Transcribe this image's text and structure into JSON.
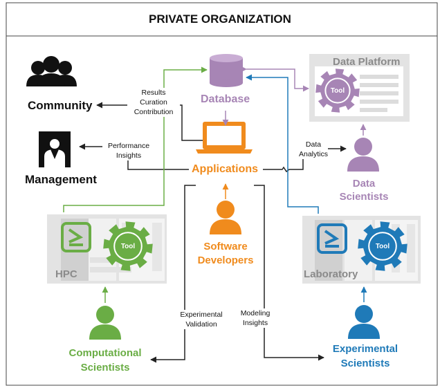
{
  "title": "PRIVATE ORGANIZATION",
  "colors": {
    "green": "#6aad45",
    "blue": "#1f7ab8",
    "purple": "#a785b5",
    "orange": "#f08b1d",
    "gray": "#d9d9d9",
    "dark": "#222222"
  },
  "nodes": {
    "community": "Community",
    "management": "Management",
    "database": "Database",
    "data_platform": "Data Platform",
    "data_platform_tool": "Tool",
    "applications": "Applications",
    "data_scientists": [
      "Data",
      "Scientists"
    ],
    "software_developers": [
      "Software",
      "Developers"
    ],
    "hpc": "HPC",
    "hpc_tool": "Tool",
    "laboratory": "Laboratory",
    "laboratory_tool": "Tool",
    "computational_scientists": [
      "Computational",
      "Scientists"
    ],
    "experimental_scientists": [
      "Experimental",
      "Scientists"
    ]
  },
  "edge_labels": {
    "results": [
      "Results",
      "Curation",
      "Contribution"
    ],
    "performance": [
      "Performance",
      "Insights"
    ],
    "data_analytics": [
      "Data",
      "Analytics"
    ],
    "experimental_validation": [
      "Experimental",
      "Validation"
    ],
    "modeling_insights": [
      "Modeling",
      "Insights"
    ]
  },
  "icons": [
    "community-icon",
    "management-icon",
    "database-icon",
    "laptop-icon",
    "person-icon",
    "gear-icon",
    "terminal-icon",
    "document-icon"
  ]
}
